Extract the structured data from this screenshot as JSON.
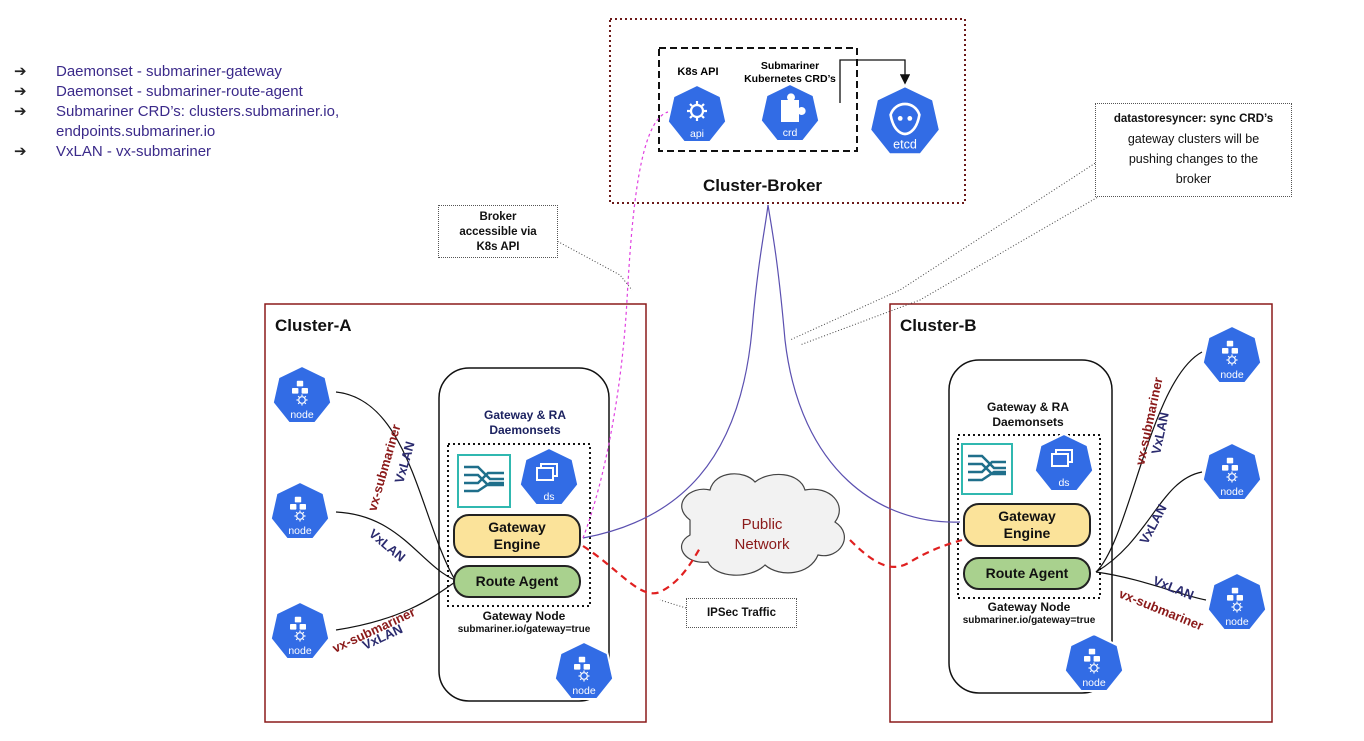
{
  "bullets": [
    {
      "arrow": "➔",
      "text": "Daemonset - submariner-gateway"
    },
    {
      "arrow": "➔",
      "text": "Daemonset - submariner-route-agent"
    },
    {
      "arrow": "➔",
      "text": "Submariner CRD’s: clusters.submariner.io, endpoints.submariner.io"
    },
    {
      "arrow": "➔",
      "text": "VxLAN - vx-submariner"
    }
  ],
  "broker": {
    "title": "Cluster-Broker",
    "k8s_api": "K8s API",
    "crd_title_1": "Submariner",
    "crd_title_2": "Kubernetes CRD’s",
    "api_icon_label": "api",
    "crd_icon_label": "crd",
    "etcd_icon_label": "etcd"
  },
  "notes": {
    "broker_access": [
      "Broker",
      "accessible via",
      "K8s API"
    ],
    "datastore_bold": "datastoresyncer: sync CRD’s",
    "datastore_rest": [
      "gateway clusters will be",
      "pushing changes to the",
      "broker"
    ],
    "ipsec": "IPSec Traffic"
  },
  "cluster_a": {
    "title": "Cluster-A",
    "daemonsets_1": "Gateway & RA",
    "daemonsets_2": "Daemonsets",
    "gateway_engine_1": "Gateway",
    "gateway_engine_2": "Engine",
    "route_agent": "Route Agent",
    "gateway_node": "Gateway Node",
    "gateway_label": "submariner.io/gateway=true",
    "node_label": "node",
    "ds_label": "ds"
  },
  "cluster_b": {
    "title": "Cluster-B",
    "daemonsets_1": "Gateway & RA",
    "daemonsets_2": "Daemonsets",
    "gateway_engine_1": "Gateway",
    "gateway_engine_2": "Engine",
    "route_agent": "Route Agent",
    "gateway_node": "Gateway Node",
    "gateway_label": "submariner.io/gateway=true",
    "node_label": "node",
    "ds_label": "ds"
  },
  "network": {
    "line1": "Public",
    "line2": "Network"
  },
  "link_labels": {
    "vx": "vx-submariner",
    "vxlan": "VxLAN"
  },
  "colors": {
    "k8s_blue": "#326ce5",
    "cluster_border": "#8b1a1a",
    "vx_red": "#8b1a1a",
    "vxlan_navy": "#2a2a6e",
    "link_purple": "#5b50b0",
    "ipsec_red": "#e02020",
    "api_magenta": "#e040e0"
  }
}
